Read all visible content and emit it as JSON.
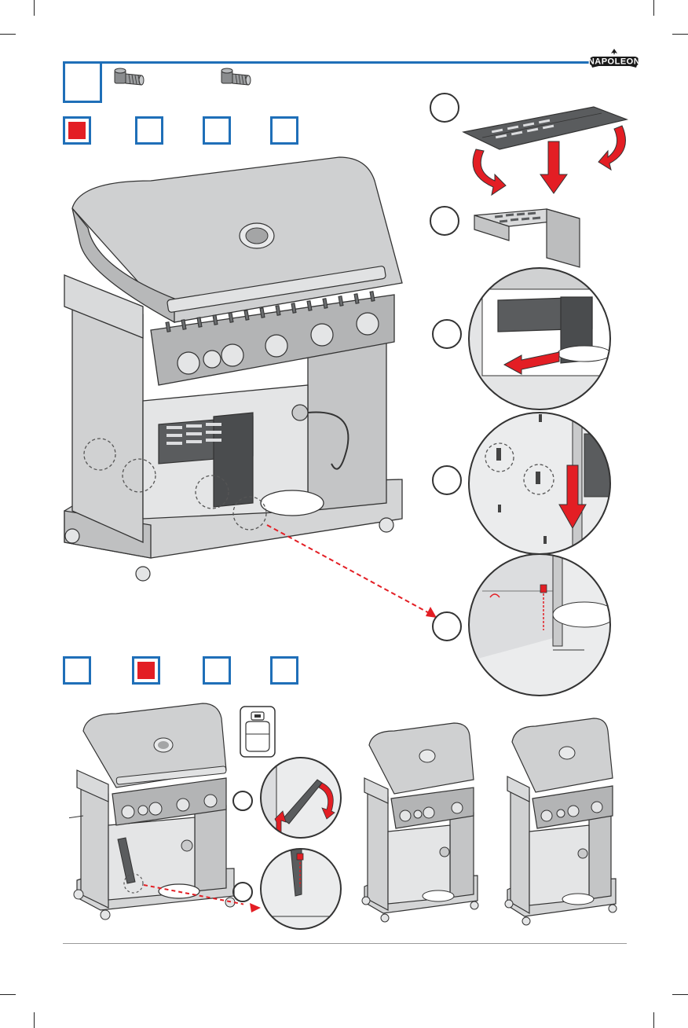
{
  "brand": {
    "logo_text": "NAPOLEON",
    "logo_color": "#1a1a1a",
    "rule_color": "#1f6fb8"
  },
  "step_indicator": {
    "box_color": "#1f6fb8",
    "active_fill": "#e31e24"
  },
  "selectors_top": {
    "active_index": 0,
    "count": 4
  },
  "selectors_bottom": {
    "active_index": 1,
    "count": 4
  },
  "sub_steps": {
    "count_right": 5,
    "count_bottom": 2
  },
  "icons": [
    "bolt-icon",
    "bolt-icon",
    "propane-tank-icon",
    "arrow-icon"
  ],
  "colors": {
    "accent_red": "#e31e24",
    "grill_gray": "#c9cacb",
    "outline": "#333333",
    "dark_panel": "#5a5c5e"
  }
}
